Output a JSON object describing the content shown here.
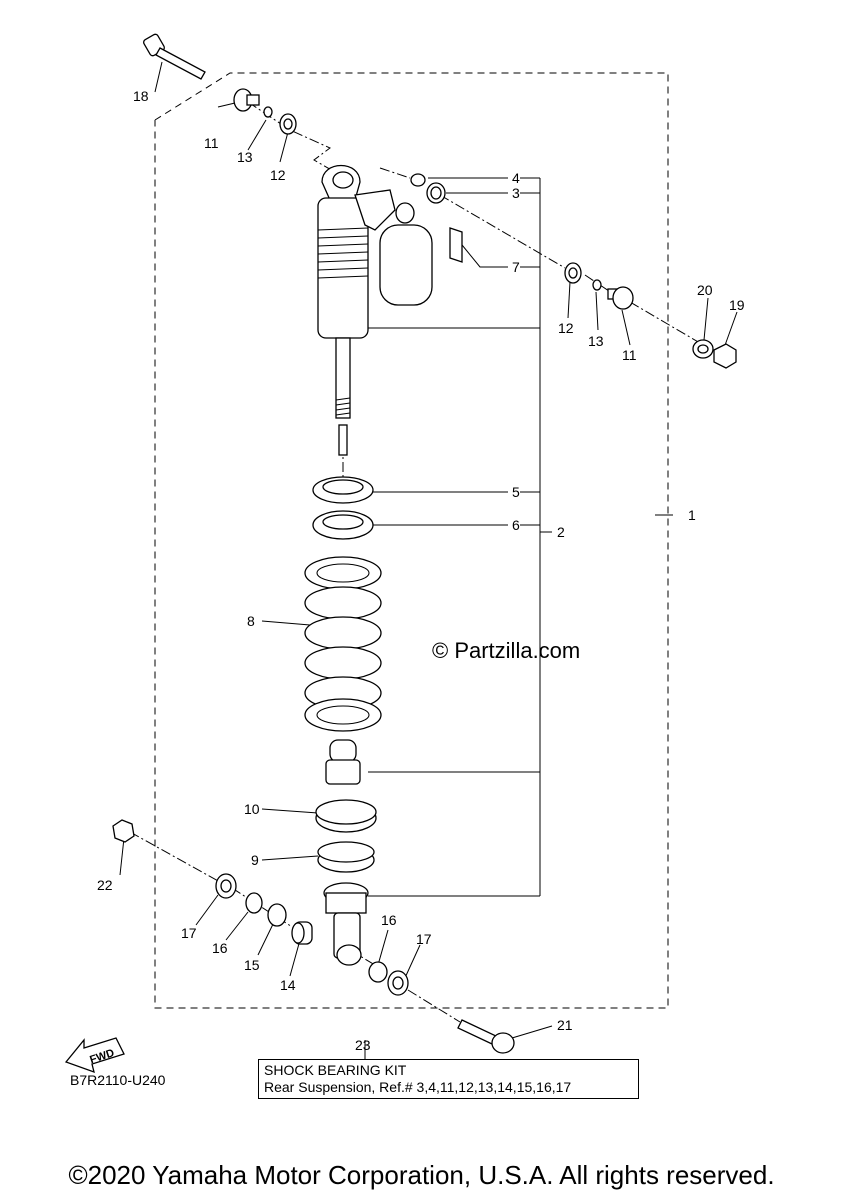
{
  "callouts": {
    "c1": "1",
    "c2": "2",
    "c3": "3",
    "c4": "4",
    "c5": "5",
    "c6": "6",
    "c7": "7",
    "c8": "8",
    "c9": "9",
    "c10": "10",
    "c11a": "11",
    "c11b": "11",
    "c12a": "12",
    "c12b": "12",
    "c13a": "13",
    "c13b": "13",
    "c14": "14",
    "c15": "15",
    "c16a": "16",
    "c16b": "16",
    "c17a": "17",
    "c17b": "17",
    "c18": "18",
    "c19": "19",
    "c20": "20",
    "c21": "21",
    "c22": "22",
    "c23": "23"
  },
  "kit": {
    "title": "SHOCK BEARING KIT",
    "refs": "Rear Suspension, Ref.# 3,4,11,12,13,14,15,16,17"
  },
  "fwd_arrow_label": "FWD",
  "diagram_code": "B7R2110-U240",
  "watermark": "© Partzilla.com",
  "footer": "©2020 Yamaha Motor Corporation, U.S.A. All rights reserved."
}
